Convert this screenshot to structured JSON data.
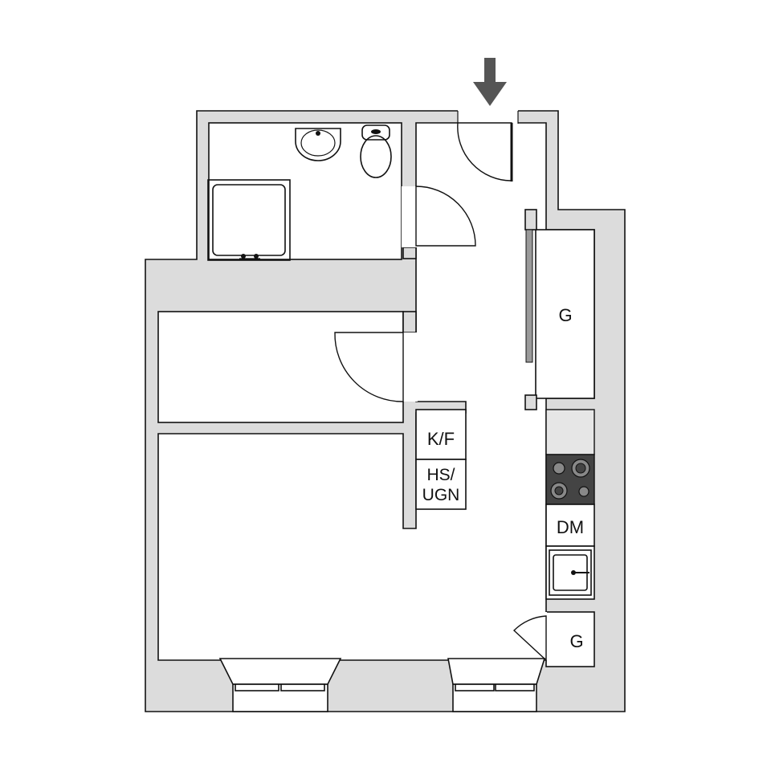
{
  "colors": {
    "wall_fill": "#dcdcdc",
    "line": "#111111",
    "entrance_arrow": "#555555",
    "stove": "#444444",
    "counter": "#e6e6e6"
  },
  "labels": {
    "closet_hall": "G",
    "fridge_freezer": "K/F",
    "cabinet_oven_line1": "HS/",
    "cabinet_oven_line2": "UGN",
    "dishwasher": "DM",
    "closet_kitchen": "G"
  },
  "icons": {
    "entrance": "arrow-down-icon",
    "sink": "sink-icon",
    "toilet": "toilet-icon",
    "shower": "shower-icon",
    "stove": "stove-icon",
    "kitchen_sink": "kitchen-sink-icon"
  }
}
